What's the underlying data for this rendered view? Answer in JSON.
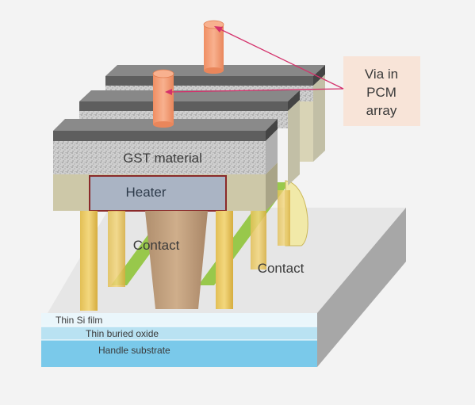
{
  "colors": {
    "background": "#f3f3f3",
    "gst_fill": "#cfcfcf",
    "cap_fill": "#5e5e5e",
    "heater_fill": "#aab4c4",
    "contact_fill": "#e8c866",
    "via_fill": "#f3a07a",
    "si_film": "#eaf6fb",
    "buried_oxide": "#b9e2f2",
    "handle_substrate": "#7ac9ea",
    "arrow": "#d4316b",
    "callout_bg": "#f8e4d8",
    "green": "#8fc43a"
  },
  "labels": {
    "gst": "GST material",
    "heater": "Heater",
    "contact_left": "Contact",
    "contact_right": "Contact",
    "si_film": "Thin Si film",
    "buried_oxide": "Thin buried oxide",
    "handle_substrate": "Handle substrate"
  },
  "callout": {
    "line1": "Via in",
    "line2": "PCM",
    "line3": "array"
  },
  "icons": {
    "arrow": "arrow-pointer-icon"
  }
}
